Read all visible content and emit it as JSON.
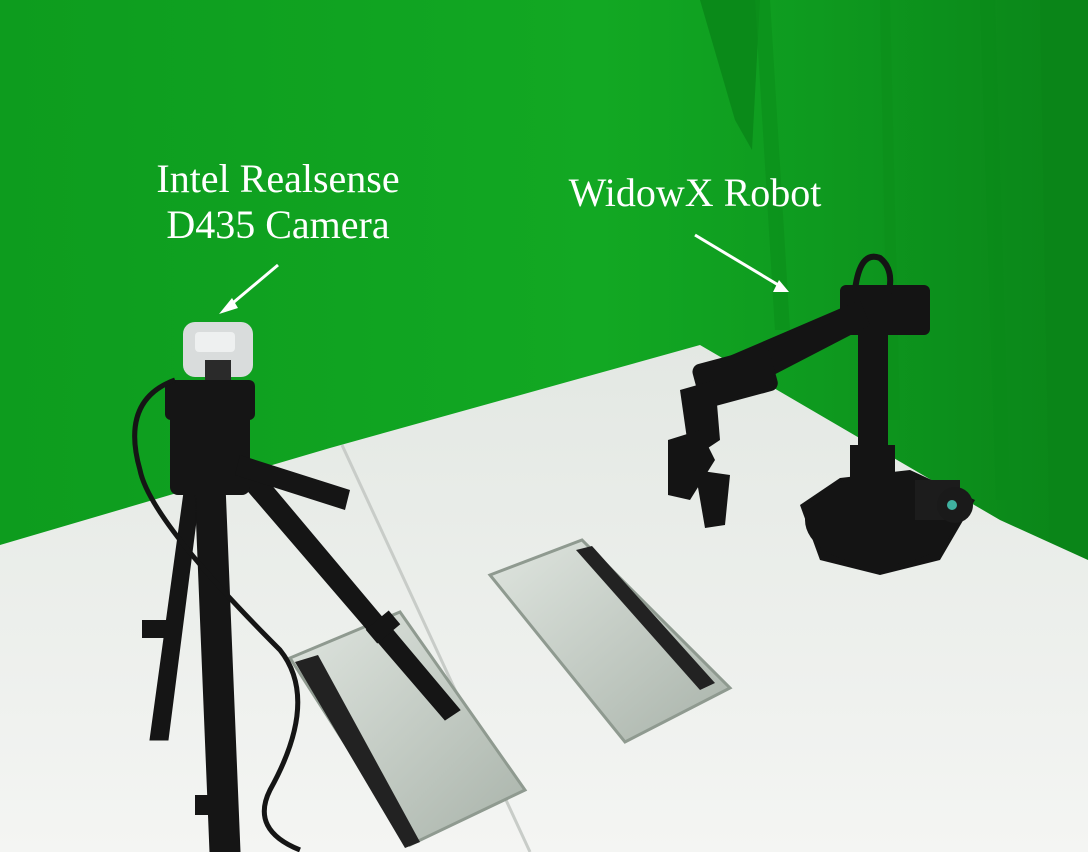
{
  "annotations": {
    "camera_label_line1": "Intel Realsense",
    "camera_label_line2": "D435 Camera",
    "robot_label": "WidowX Robot"
  },
  "colors": {
    "backdrop_green": "#0fa31f",
    "backdrop_shadow": "#0b8a19",
    "table_white": "#eef0ee",
    "hardware_black": "#141414",
    "camera_body": "#d9dcdc",
    "annotation_text": "#ffffff"
  }
}
